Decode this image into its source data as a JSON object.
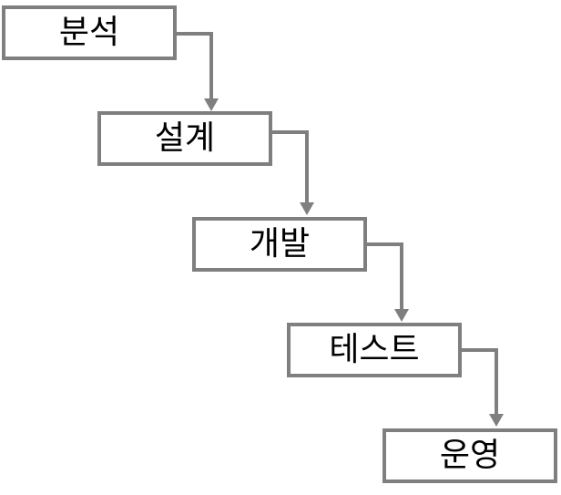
{
  "diagram": {
    "stages": [
      {
        "label": "분석"
      },
      {
        "label": "설계"
      },
      {
        "label": "개발"
      },
      {
        "label": "테스트"
      },
      {
        "label": "운영"
      }
    ],
    "colors": {
      "border": "#7f7f7f",
      "connector": "#7f7f7f",
      "text": "#000000",
      "background": "#ffffff"
    }
  }
}
